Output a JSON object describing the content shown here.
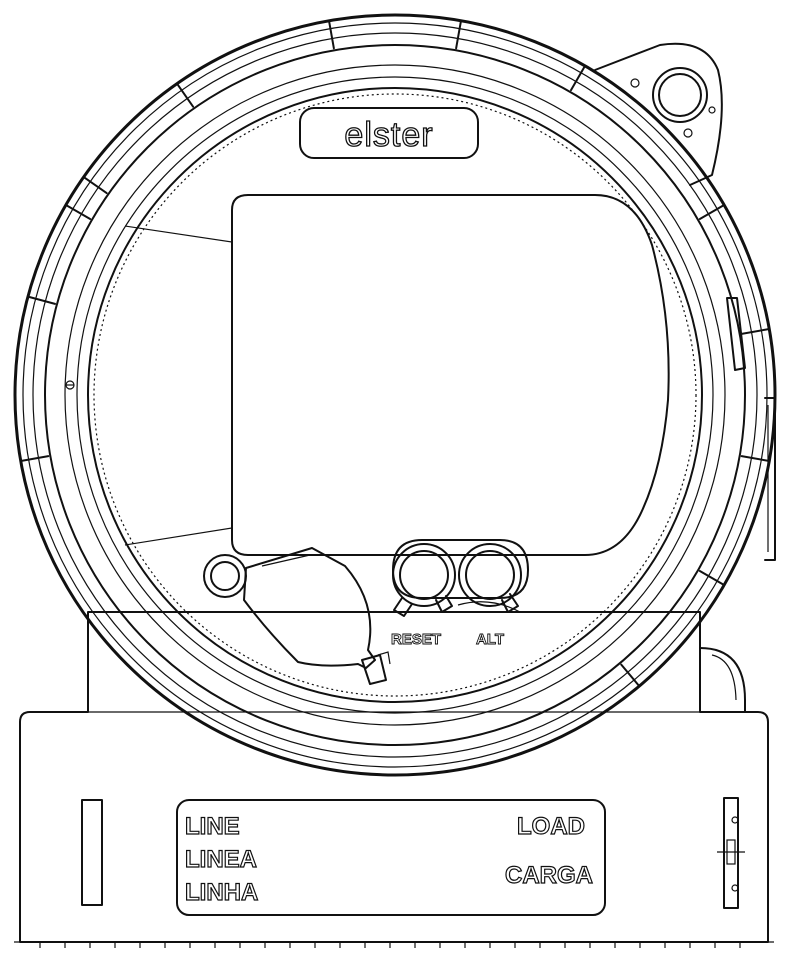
{
  "brand": {
    "name": "elster"
  },
  "buttons": {
    "reset_label": "RESET",
    "alt_label": "ALT"
  },
  "terminal_block": {
    "line_labels": [
      "LINE",
      "LINEA",
      "LINHA"
    ],
    "load_labels": [
      "LOAD",
      "CARGA"
    ]
  },
  "colors": {
    "stroke": "#111111",
    "background": "#ffffff"
  }
}
